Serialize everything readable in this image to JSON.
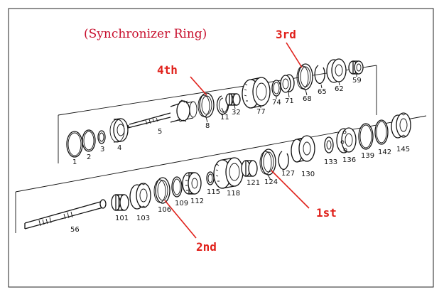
{
  "title": "(Synchronizer Ring)",
  "gear_labels": {
    "fourth": "4th",
    "third": "3rd",
    "first": "1st",
    "second": "2nd"
  },
  "part_numbers": {
    "p1": "1",
    "p2": "2",
    "p3": "3",
    "p4": "4",
    "p5": "5",
    "p8": "8",
    "p11": "11",
    "p32": "32",
    "p77": "77",
    "p74": "74",
    "p71": "71",
    "p68": "68",
    "p65": "65",
    "p62": "62",
    "p59": "59",
    "p133": "133",
    "p136": "136",
    "p139": "139",
    "p142": "142",
    "p145": "145",
    "p130": "130",
    "p127": "127",
    "p124": "124",
    "p121": "121",
    "p118": "118",
    "p115": "115",
    "p112": "112",
    "p109": "109",
    "p106": "106",
    "p103": "103",
    "p101": "101",
    "p56": "56"
  }
}
